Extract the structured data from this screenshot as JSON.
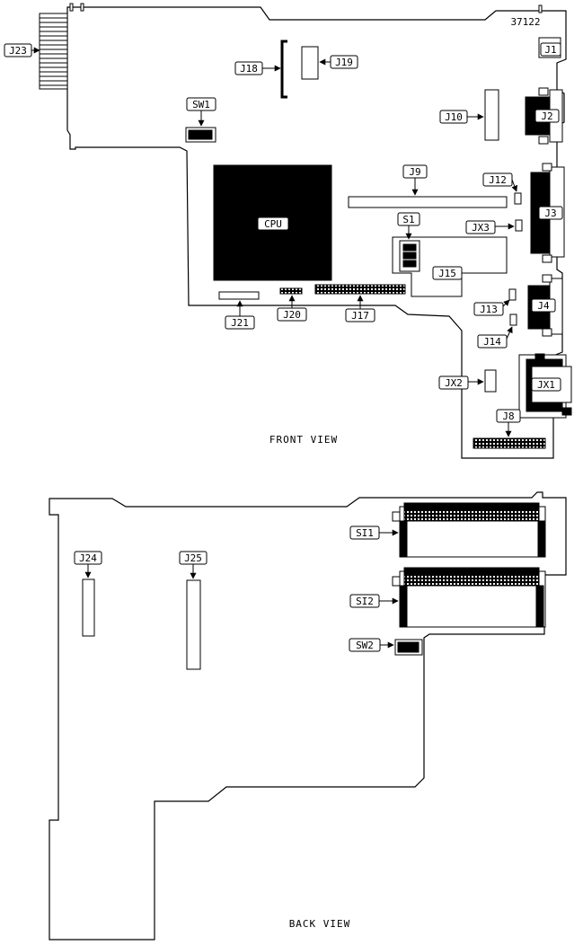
{
  "part_number": "37122",
  "front_view_caption": "FRONT VIEW",
  "back_view_caption": "BACK VIEW",
  "cpu_label": "CPU",
  "front_labels": {
    "J23": "J23",
    "J18": "J18",
    "J19": "J19",
    "SW1": "SW1",
    "J1": "J1",
    "J10": "J10",
    "J2": "J2",
    "J9": "J9",
    "J12": "J12",
    "J3": "J3",
    "S1": "S1",
    "JX3": "JX3",
    "J15": "J15",
    "J13": "J13",
    "J4": "J4",
    "J21": "J21",
    "J20": "J20",
    "J17": "J17",
    "J14": "J14",
    "JX2": "JX2",
    "JX1": "JX1",
    "J8": "J8"
  },
  "back_labels": {
    "SI1": "SI1",
    "SI2": "SI2",
    "J24": "J24",
    "J25": "J25",
    "SW2": "SW2"
  }
}
